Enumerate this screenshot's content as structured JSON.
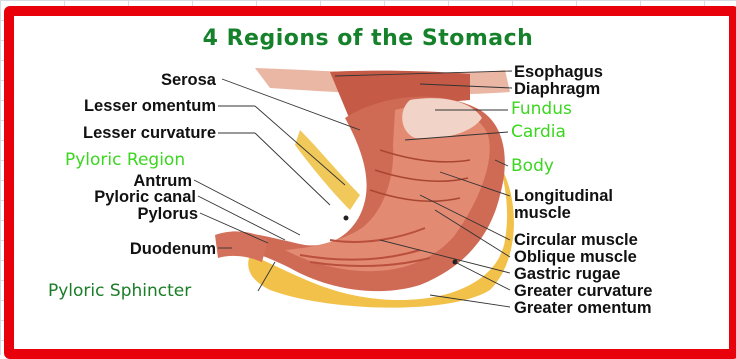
{
  "title": "4 Regions of the Stomach",
  "colors": {
    "frame": "#e8000a",
    "title": "#15812a",
    "region_label": "#3bd61f",
    "sphincter_label": "#1a7d26"
  },
  "labels": {
    "serosa": "Serosa",
    "lesser_omentum": "Lesser omentum",
    "lesser_curvature": "Lesser curvature",
    "pyloric_region": "Pyloric Region",
    "antrum": "Antrum",
    "pyloric_canal": "Pyloric canal",
    "pylorus": "Pylorus",
    "duodenum": "Duodenum",
    "pyloric_sphincter": "Pyloric Sphincter",
    "esophagus": "Esophagus",
    "diaphragm": "Diaphragm",
    "fundus": "Fundus",
    "cardia": "Cardia",
    "body": "Body",
    "longitudinal_1": "Longitudinal",
    "longitudinal_2": "muscle",
    "circular_muscle": "Circular muscle",
    "oblique_muscle": "Oblique muscle",
    "gastric_rugae": "Gastric rugae",
    "greater_curvature": "Greater curvature",
    "greater_omentum": "Greater omentum"
  }
}
